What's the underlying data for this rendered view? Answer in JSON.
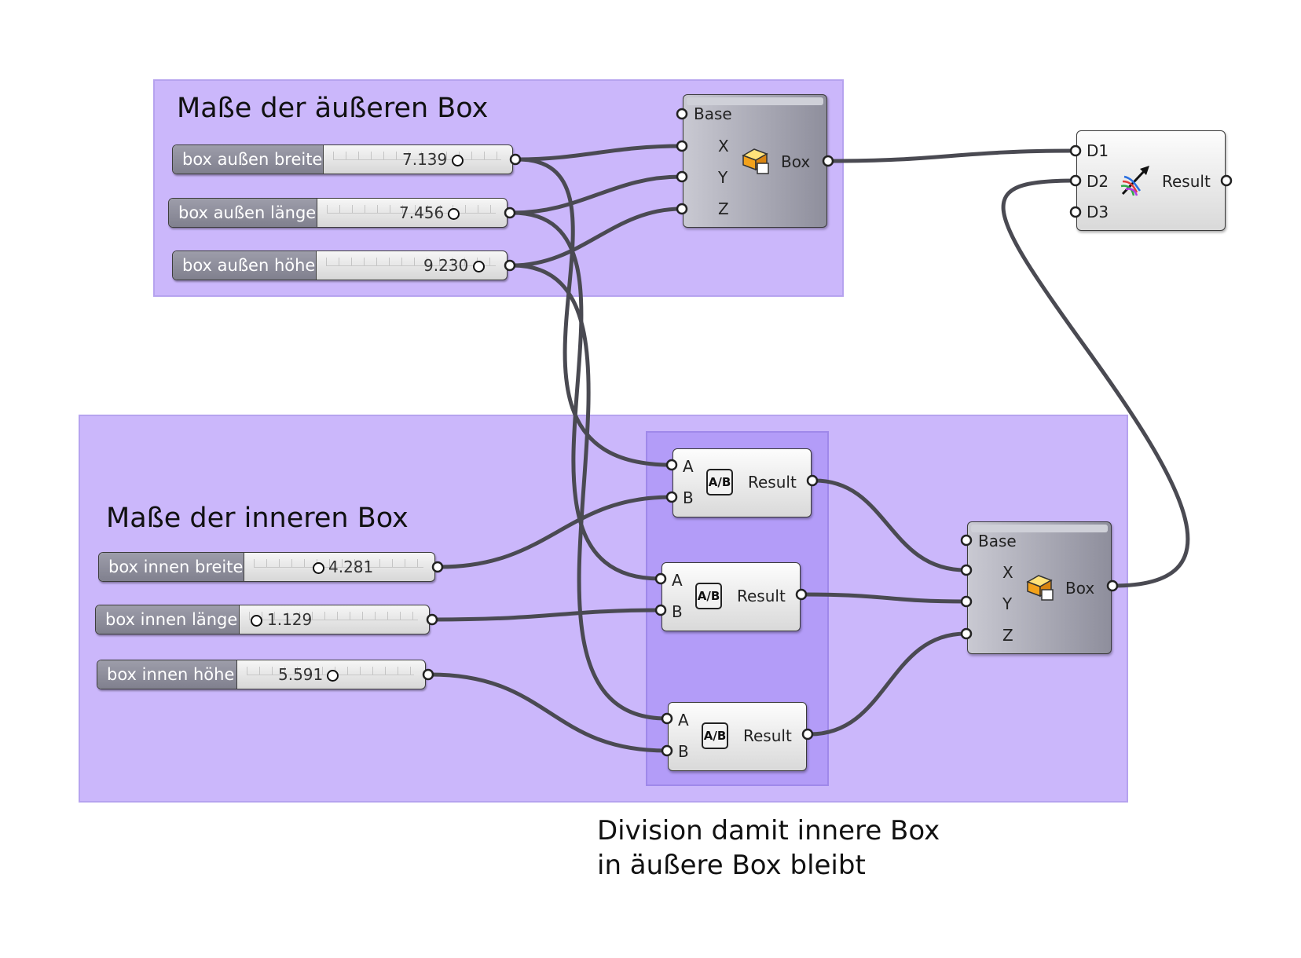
{
  "groups": {
    "outer_title": "Maße der äußeren Box",
    "inner_title": "Maße der inneren Box"
  },
  "caption": {
    "line1": "Division damit innere Box",
    "line2": "in äußere Box bleibt"
  },
  "sliders": [
    {
      "label": "box außen breite",
      "value": "7.139"
    },
    {
      "label": "box außen länge",
      "value": "7.456"
    },
    {
      "label": "box außen höhe",
      "value": "9.230"
    },
    {
      "label": "box innen breite",
      "value": "4.281"
    },
    {
      "label": "box innen länge",
      "value": "1.129"
    },
    {
      "label": "box innen höhe",
      "value": "5.591"
    }
  ],
  "box_outer": {
    "inputs": [
      "Base",
      "X",
      "Y",
      "Z"
    ],
    "output": "Box",
    "icon": "box-icon"
  },
  "box_inner": {
    "inputs": [
      "Base",
      "X",
      "Y",
      "Z"
    ],
    "output": "Box",
    "icon": "box-icon"
  },
  "divisions": [
    {
      "inputs": [
        "A",
        "B"
      ],
      "output": "Result",
      "icon": "A/B"
    },
    {
      "inputs": [
        "A",
        "B"
      ],
      "output": "Result",
      "icon": "A/B"
    },
    {
      "inputs": [
        "A",
        "B"
      ],
      "output": "Result",
      "icon": "A/B"
    }
  ],
  "preview": {
    "inputs": [
      "D1",
      "D2",
      "D3"
    ],
    "output": "Result",
    "icon": "colored-arrows-icon"
  },
  "colors": {
    "group": "#cbb7fb",
    "subgroup": "#b39cf8",
    "wire": "#4a4a52"
  }
}
